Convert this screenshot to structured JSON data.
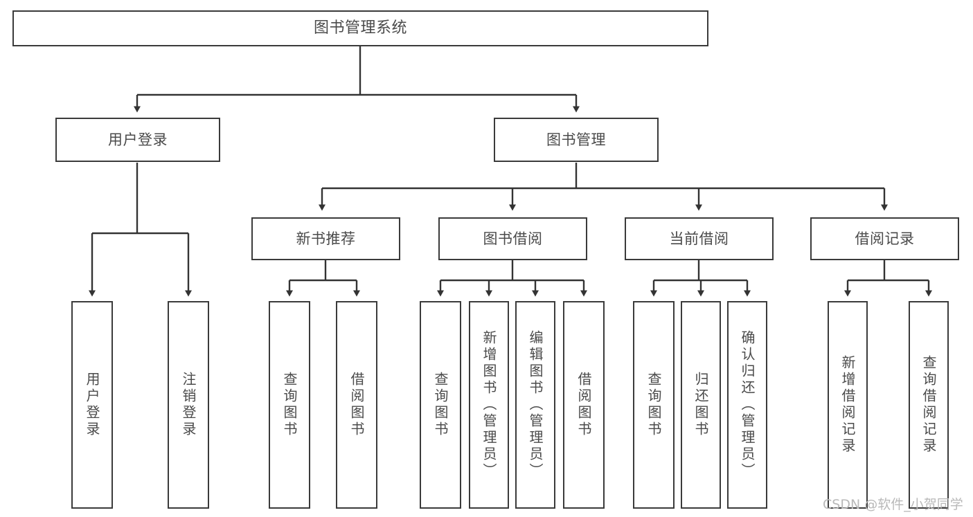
{
  "diagram": {
    "title": "图书管理系统",
    "type": "functional-structure-tree",
    "root": {
      "label": "图书管理系统"
    },
    "level1": [
      {
        "label": "用户登录"
      },
      {
        "label": "图书管理"
      }
    ],
    "level2": [
      {
        "label": "新书推荐"
      },
      {
        "label": "图书借阅"
      },
      {
        "label": "当前借阅"
      },
      {
        "label": "借阅记录"
      }
    ],
    "leaves": {
      "user_login": [
        {
          "label": "用户登录"
        },
        {
          "label": "注销登录"
        }
      ],
      "new_book_recommend": [
        {
          "label": "查询图书"
        },
        {
          "label": "借阅图书"
        }
      ],
      "book_borrow": [
        {
          "label": "查询图书"
        },
        {
          "label": "新增图书（管理员）"
        },
        {
          "label": "编辑图书（管理员）"
        },
        {
          "label": "借阅图书"
        }
      ],
      "current_borrow": [
        {
          "label": "查询图书"
        },
        {
          "label": "归还图书"
        },
        {
          "label": "确认归还（管理员）"
        }
      ],
      "borrow_record": [
        {
          "label": "新增借阅记录"
        },
        {
          "label": "查询借阅记录"
        }
      ]
    }
  },
  "watermark": {
    "text": "CSDN @软件_小贺同学"
  },
  "colors": {
    "border": "#3a3a3a",
    "text": "#4a4a4a",
    "background": "#ffffff",
    "watermark": "#b9b9b9"
  }
}
